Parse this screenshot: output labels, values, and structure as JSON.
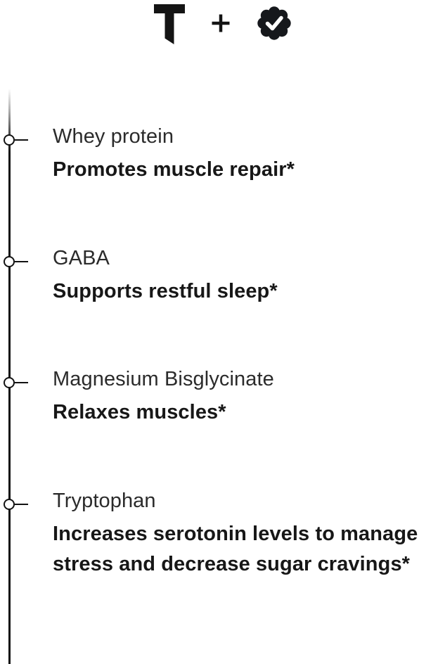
{
  "header": {
    "brand_icon": "t-logo",
    "plus_icon": "plus-icon",
    "badge_icon": "verified-seal-icon",
    "icon_color": "#141414"
  },
  "timeline": {
    "rail_color": "#121212",
    "node_fill": "#ffffff"
  },
  "ingredients": [
    {
      "name": "Whey protein",
      "benefit": "Promotes muscle repair*"
    },
    {
      "name": "GABA",
      "benefit": "Supports restful sleep*"
    },
    {
      "name": "Magnesium Bisglycinate",
      "benefit": "Relaxes muscles*"
    },
    {
      "name": "Tryptophan",
      "benefit": "Increases serotonin levels to manage\nstress and decrease sugar cravings*"
    }
  ]
}
